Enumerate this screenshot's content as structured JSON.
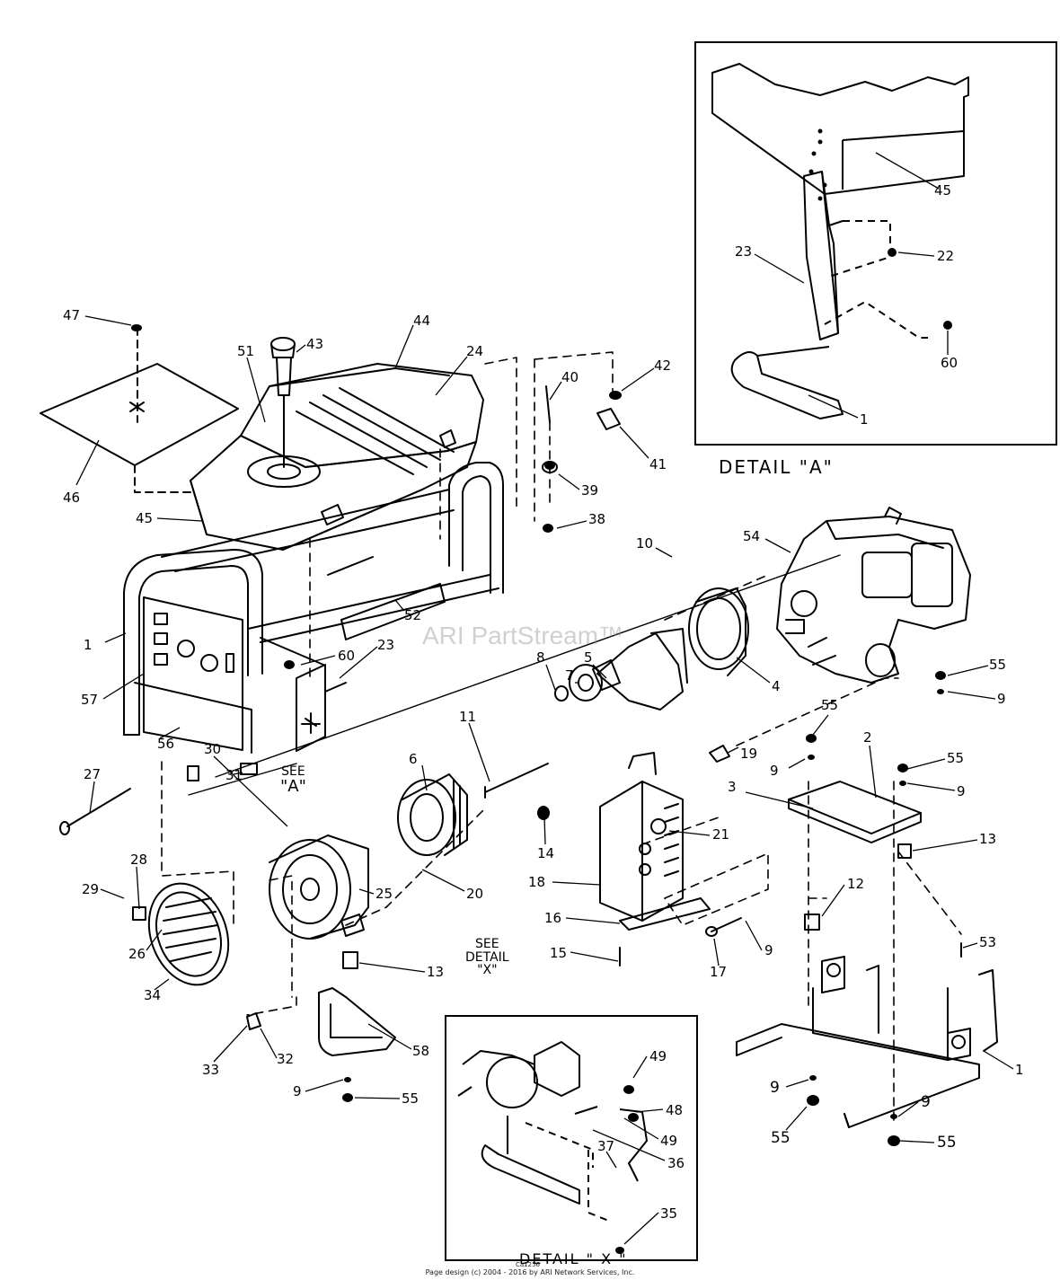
{
  "watermark": "ARI PartStream™",
  "footer": "Page design (c) 2004 - 2016 by ARI Network Services, Inc.",
  "caption_small": "Ca1256",
  "detail_a": {
    "title": "DETAIL  \"A\""
  },
  "detail_x": {
    "title": "DETAIL  \" X \""
  },
  "notes": {
    "see_a_line1": "SEE",
    "see_a_line2": "\"A\"",
    "see_x_line1": "SEE",
    "see_x_line2": "DETAIL",
    "see_x_line3": "\"X\""
  },
  "callouts": [
    "47",
    "43",
    "44",
    "51",
    "24",
    "40",
    "42",
    "41",
    "39",
    "38",
    "46",
    "45",
    "10",
    "54",
    "1",
    "60",
    "23",
    "52",
    "57",
    "56",
    "55",
    "9",
    "8",
    "7",
    "5",
    "4",
    "11",
    "19",
    "2",
    "3",
    "30",
    "31",
    "27",
    "6",
    "14",
    "21",
    "13",
    "28",
    "29",
    "25",
    "20",
    "18",
    "12",
    "16",
    "26",
    "34",
    "53",
    "15",
    "17",
    "33",
    "32",
    "58",
    "49",
    "48",
    "36",
    "37",
    "35",
    "22"
  ]
}
